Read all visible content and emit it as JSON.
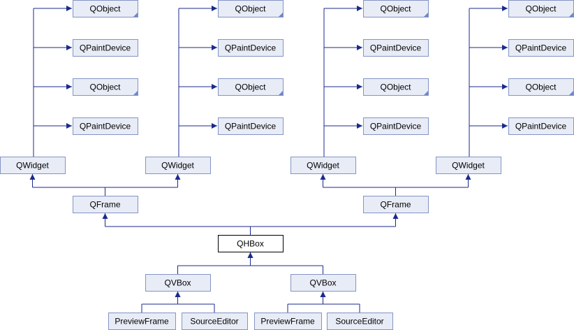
{
  "diagram": {
    "nodes": [
      {
        "id": "c1_obj1",
        "label": "QObject",
        "link": true
      },
      {
        "id": "c1_pd1",
        "label": "QPaintDevice",
        "link": false
      },
      {
        "id": "c1_obj2",
        "label": "QObject",
        "link": true
      },
      {
        "id": "c1_pd2",
        "label": "QPaintDevice",
        "link": false
      },
      {
        "id": "c2_obj1",
        "label": "QObject",
        "link": true
      },
      {
        "id": "c2_pd1",
        "label": "QPaintDevice",
        "link": false
      },
      {
        "id": "c2_obj2",
        "label": "QObject",
        "link": true
      },
      {
        "id": "c2_pd2",
        "label": "QPaintDevice",
        "link": false
      },
      {
        "id": "c3_obj1",
        "label": "QObject",
        "link": true
      },
      {
        "id": "c3_pd1",
        "label": "QPaintDevice",
        "link": false
      },
      {
        "id": "c3_obj2",
        "label": "QObject",
        "link": true
      },
      {
        "id": "c3_pd2",
        "label": "QPaintDevice",
        "link": false
      },
      {
        "id": "c4_obj1",
        "label": "QObject",
        "link": true
      },
      {
        "id": "c4_pd1",
        "label": "QPaintDevice",
        "link": false
      },
      {
        "id": "c4_obj2",
        "label": "QObject",
        "link": true
      },
      {
        "id": "c4_pd2",
        "label": "QPaintDevice",
        "link": false
      },
      {
        "id": "w1",
        "label": "QWidget",
        "link": false
      },
      {
        "id": "w2",
        "label": "QWidget",
        "link": false
      },
      {
        "id": "w3",
        "label": "QWidget",
        "link": false
      },
      {
        "id": "w4",
        "label": "QWidget",
        "link": false
      },
      {
        "id": "f1",
        "label": "QFrame",
        "link": false
      },
      {
        "id": "f2",
        "label": "QFrame",
        "link": false
      },
      {
        "id": "hbox",
        "label": "QHBox",
        "link": false,
        "current": true
      },
      {
        "id": "v1",
        "label": "QVBox",
        "link": false
      },
      {
        "id": "v2",
        "label": "QVBox",
        "link": false
      },
      {
        "id": "pf1",
        "label": "PreviewFrame",
        "link": false
      },
      {
        "id": "se1",
        "label": "SourceEditor",
        "link": false
      },
      {
        "id": "pf2",
        "label": "PreviewFrame",
        "link": false
      },
      {
        "id": "se2",
        "label": "SourceEditor",
        "link": false
      }
    ],
    "edges": [
      {
        "child": "w1",
        "parents": [
          "c1_obj1",
          "c1_pd1",
          "c1_obj2",
          "c1_pd2"
        ]
      },
      {
        "child": "w2",
        "parents": [
          "c2_obj1",
          "c2_pd1",
          "c2_obj2",
          "c2_pd2"
        ]
      },
      {
        "child": "w3",
        "parents": [
          "c3_obj1",
          "c3_pd1",
          "c3_obj2",
          "c3_pd2"
        ]
      },
      {
        "child": "w4",
        "parents": [
          "c4_obj1",
          "c4_pd1",
          "c4_obj2",
          "c4_pd2"
        ]
      },
      {
        "child": "f1",
        "parents": [
          "w1",
          "w2"
        ]
      },
      {
        "child": "f2",
        "parents": [
          "w3",
          "w4"
        ]
      },
      {
        "child": "hbox",
        "parents": [
          "f1",
          "f2"
        ]
      },
      {
        "child": "v1",
        "parents": [
          "hbox"
        ]
      },
      {
        "child": "v2",
        "parents": [
          "hbox"
        ]
      },
      {
        "child": "pf1",
        "parents": [
          "v1"
        ]
      },
      {
        "child": "se1",
        "parents": [
          "v1"
        ]
      },
      {
        "child": "pf2",
        "parents": [
          "v2"
        ]
      },
      {
        "child": "se2",
        "parents": [
          "v2"
        ]
      }
    ]
  },
  "colors": {
    "node_fill": "#e8ecf6",
    "node_border": "#8494c4",
    "edge": "#1b2a8c",
    "current_fill": "#ffffff",
    "current_border": "#000000"
  }
}
